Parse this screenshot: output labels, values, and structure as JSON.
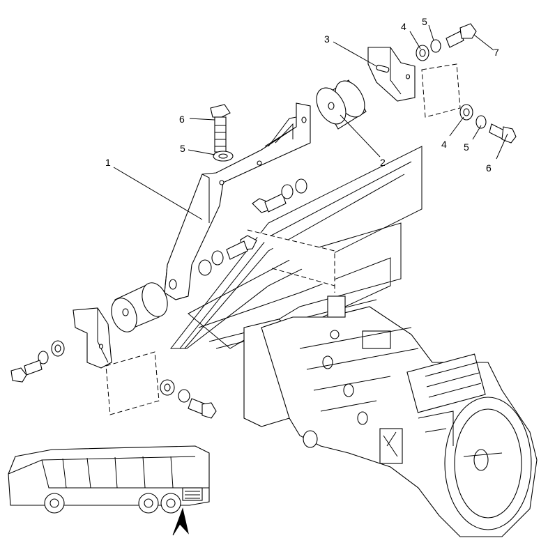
{
  "diagram": {
    "callouts": [
      {
        "id": "c1",
        "text": "1"
      },
      {
        "id": "c2",
        "text": "2"
      },
      {
        "id": "c3",
        "text": "3"
      },
      {
        "id": "c4a",
        "text": "4"
      },
      {
        "id": "c5a",
        "text": "5"
      },
      {
        "id": "c7",
        "text": "7"
      },
      {
        "id": "c4b",
        "text": "4"
      },
      {
        "id": "c5b",
        "text": "5"
      },
      {
        "id": "c6b",
        "text": "6"
      },
      {
        "id": "c6a",
        "text": "6"
      },
      {
        "id": "c5c",
        "text": "5"
      }
    ]
  }
}
